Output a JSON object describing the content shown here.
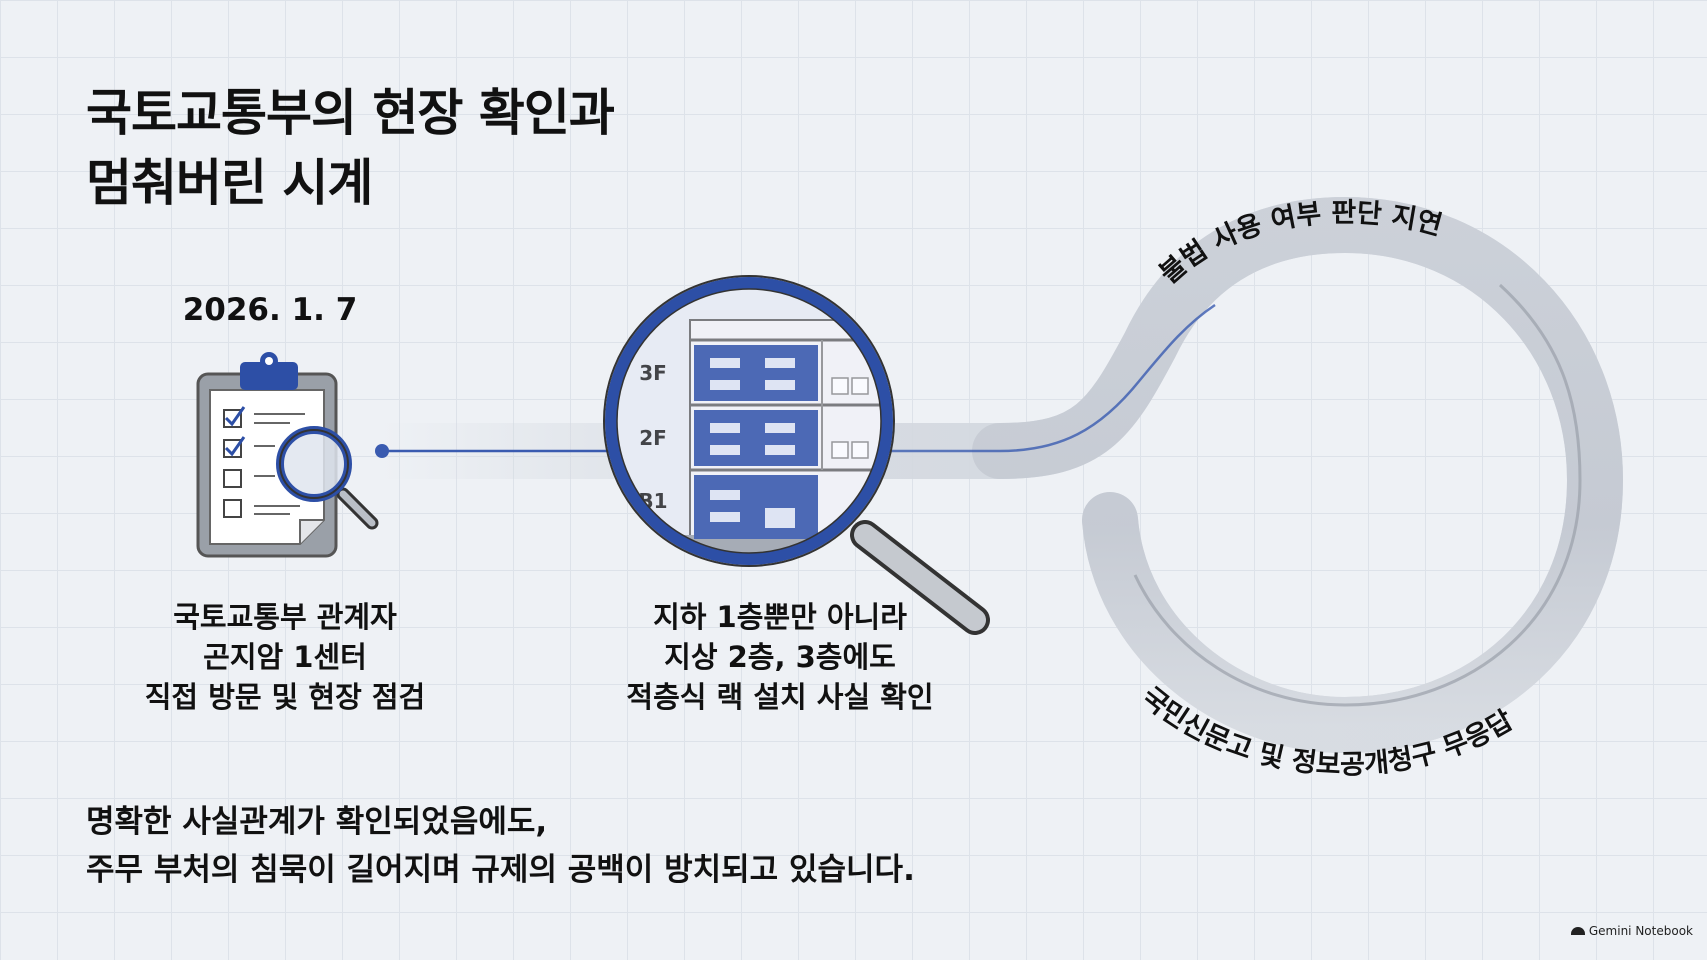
{
  "title": {
    "line1": "국토교통부의 현장 확인과",
    "line2": "멈춰버린 시계"
  },
  "step1": {
    "date": "2026. 1. 7",
    "icon": "clipboard-checklist-magnifier-icon",
    "caption": [
      "국토교통부 관계자",
      "곤지암 1센터",
      "직접 방문 및 현장 점검"
    ]
  },
  "step2": {
    "icon": "magnifier-warehouse-icon",
    "floors": [
      "3F",
      "2F",
      "B1"
    ],
    "caption": [
      "지하 1층뿐만 아니라",
      "지상 2층, 3층에도",
      "적층식 랙 설치 사실 확인"
    ]
  },
  "loop": {
    "top_label": "불법 사용 여부 판단 지연",
    "bottom_label": "국민신문고 및 정보공개청구 무응답"
  },
  "conclusion": {
    "line1": "명확한 사실관계가 확인되었음에도,",
    "line2": "주무 부처의 침묵이 길어지며 규제의 공백이 방치되고 있습니다."
  },
  "brand": "Gemini Notebook",
  "colors": {
    "accent_blue": "#2d4fa6",
    "road_gray": "#c9ced6",
    "background": "#eef1f5"
  }
}
